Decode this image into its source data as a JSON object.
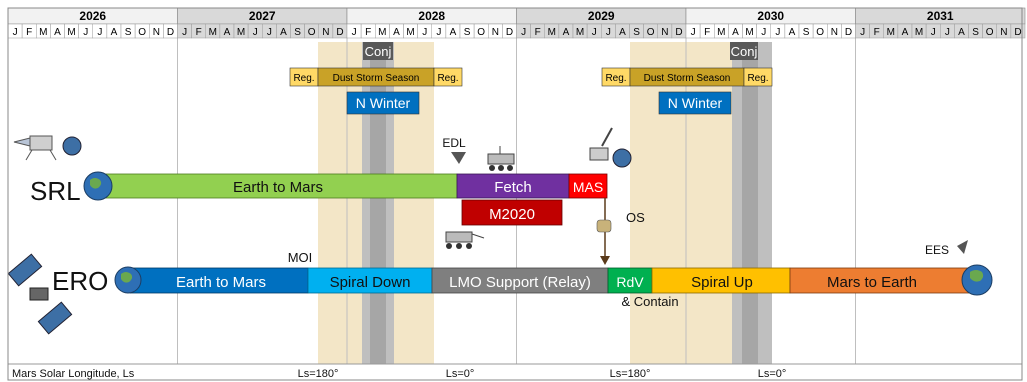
{
  "years": [
    "2026",
    "2027",
    "2028",
    "2029",
    "2030",
    "2031"
  ],
  "months": [
    "J",
    "F",
    "M",
    "A",
    "M",
    "J",
    "J",
    "A",
    "S",
    "O",
    "N",
    "D"
  ],
  "seasons": {
    "conj": "Conj",
    "reg": "Reg.",
    "dust_storm": "Dust Storm Season",
    "n_winter": "N Winter"
  },
  "srl": {
    "label": "SRL",
    "earth_to_mars": "Earth to Mars",
    "fetch": "Fetch",
    "mas": "MAS",
    "m2020": "M2020",
    "edl": "EDL",
    "os": "OS"
  },
  "ero": {
    "label": "ERO",
    "earth_to_mars": "Earth to Mars",
    "spiral_down": "Spiral Down",
    "lmo_support": "LMO Support (Relay)",
    "rdv": "RdV",
    "contain": "& Contain",
    "spiral_up": "Spiral Up",
    "mars_to_earth": "Mars to Earth",
    "moi": "MOI",
    "ees": "EES"
  },
  "footer": {
    "label": "Mars Solar Longitude, Ls",
    "ls_marks": [
      "Ls=180°",
      "Ls=0°",
      "Ls=180°",
      "Ls=0°"
    ]
  },
  "colors": {
    "green": "#92d050",
    "purple": "#7030a0",
    "red": "#ff0000",
    "darkred": "#c00000",
    "blue": "#0070c0",
    "cyan": "#00b0f0",
    "gray": "#7f7f7f",
    "dkgreen": "#00b050",
    "yellow": "#ffc000",
    "orange": "#ed7d31",
    "gold": "#d4a017",
    "reg": "#ffd966"
  }
}
